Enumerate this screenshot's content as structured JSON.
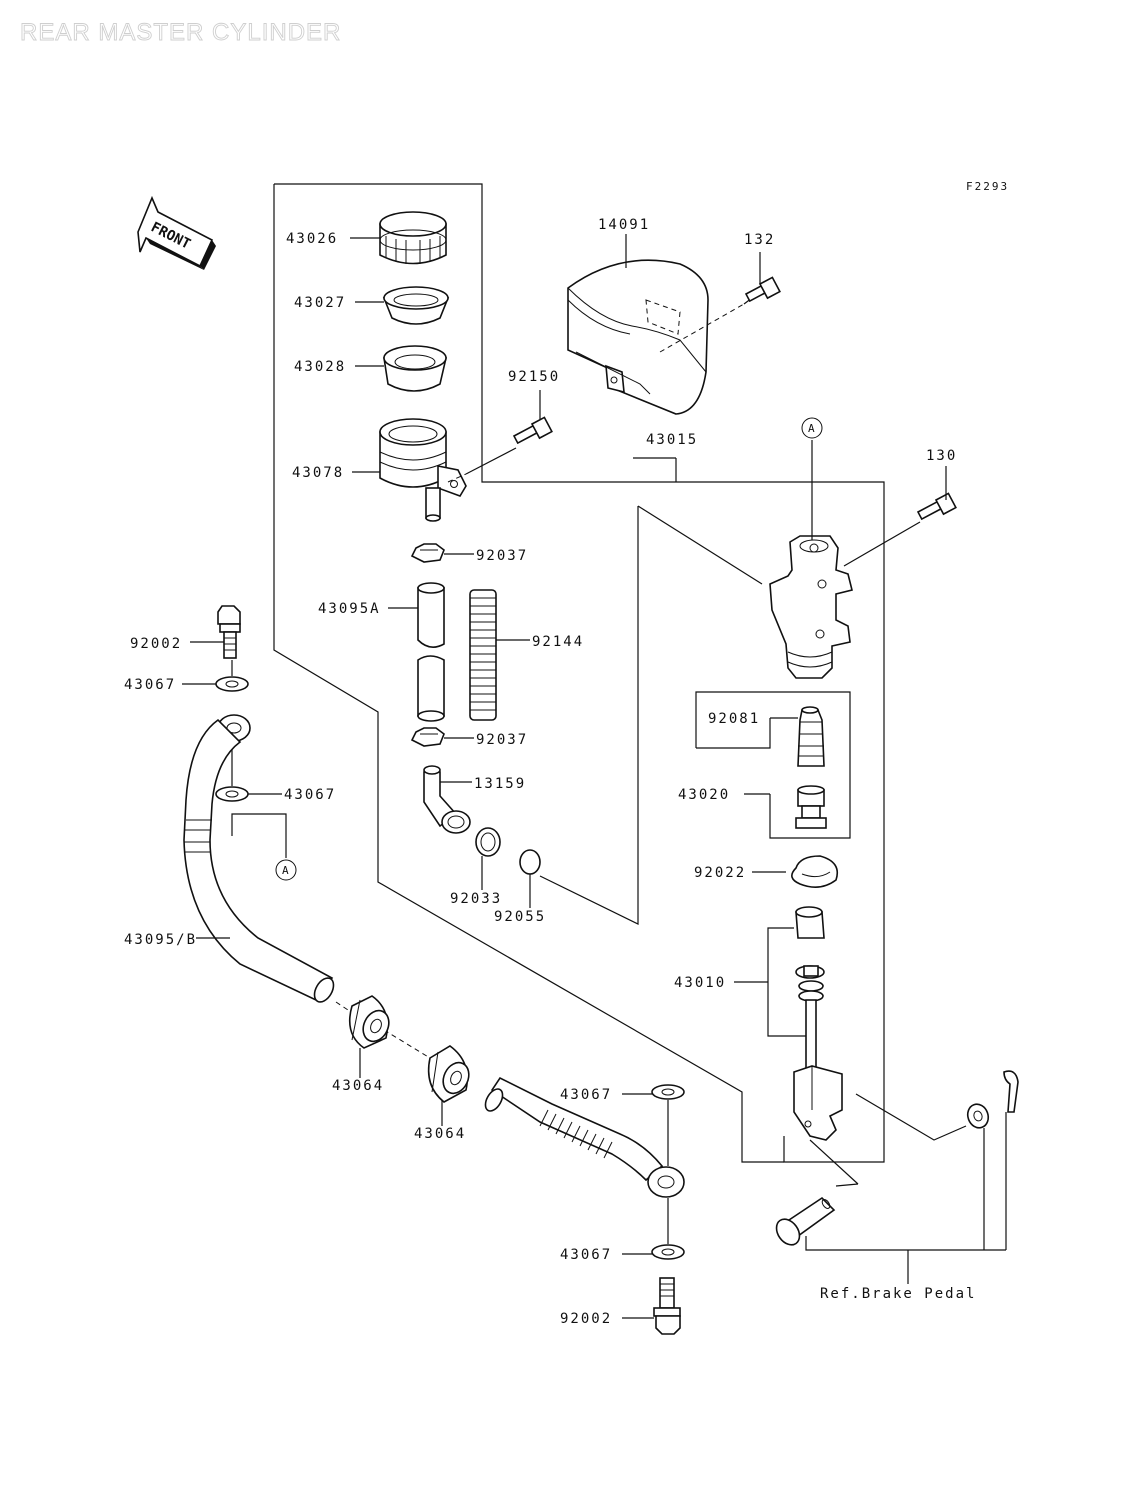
{
  "title": "REAR MASTER CYLINDER",
  "figure_code": "F2293",
  "front_label": "FRONT",
  "ref_note": "Ref.Brake Pedal",
  "callout_a": "A",
  "parts": {
    "p43026": "43026",
    "p43027": "43027",
    "p43028": "43028",
    "p43078": "43078",
    "p14091": "14091",
    "p132": "132",
    "p92150": "92150",
    "p43015": "43015",
    "p130": "130",
    "p92037_top": "92037",
    "p43095A": "43095A",
    "p92144": "92144",
    "p92037_bottom": "92037",
    "p13159": "13159",
    "p92033": "92033",
    "p92055": "92055",
    "p92002_top": "92002",
    "p43067_top": "43067",
    "p43067_mid": "43067",
    "p43095B": "43095/B",
    "p43064_left": "43064",
    "p43064_right": "43064",
    "p43067_lower": "43067",
    "p43067_bottom": "43067",
    "p92002_bottom": "92002",
    "p92081": "92081",
    "p43020": "43020",
    "p92022": "92022",
    "p43010": "43010"
  }
}
